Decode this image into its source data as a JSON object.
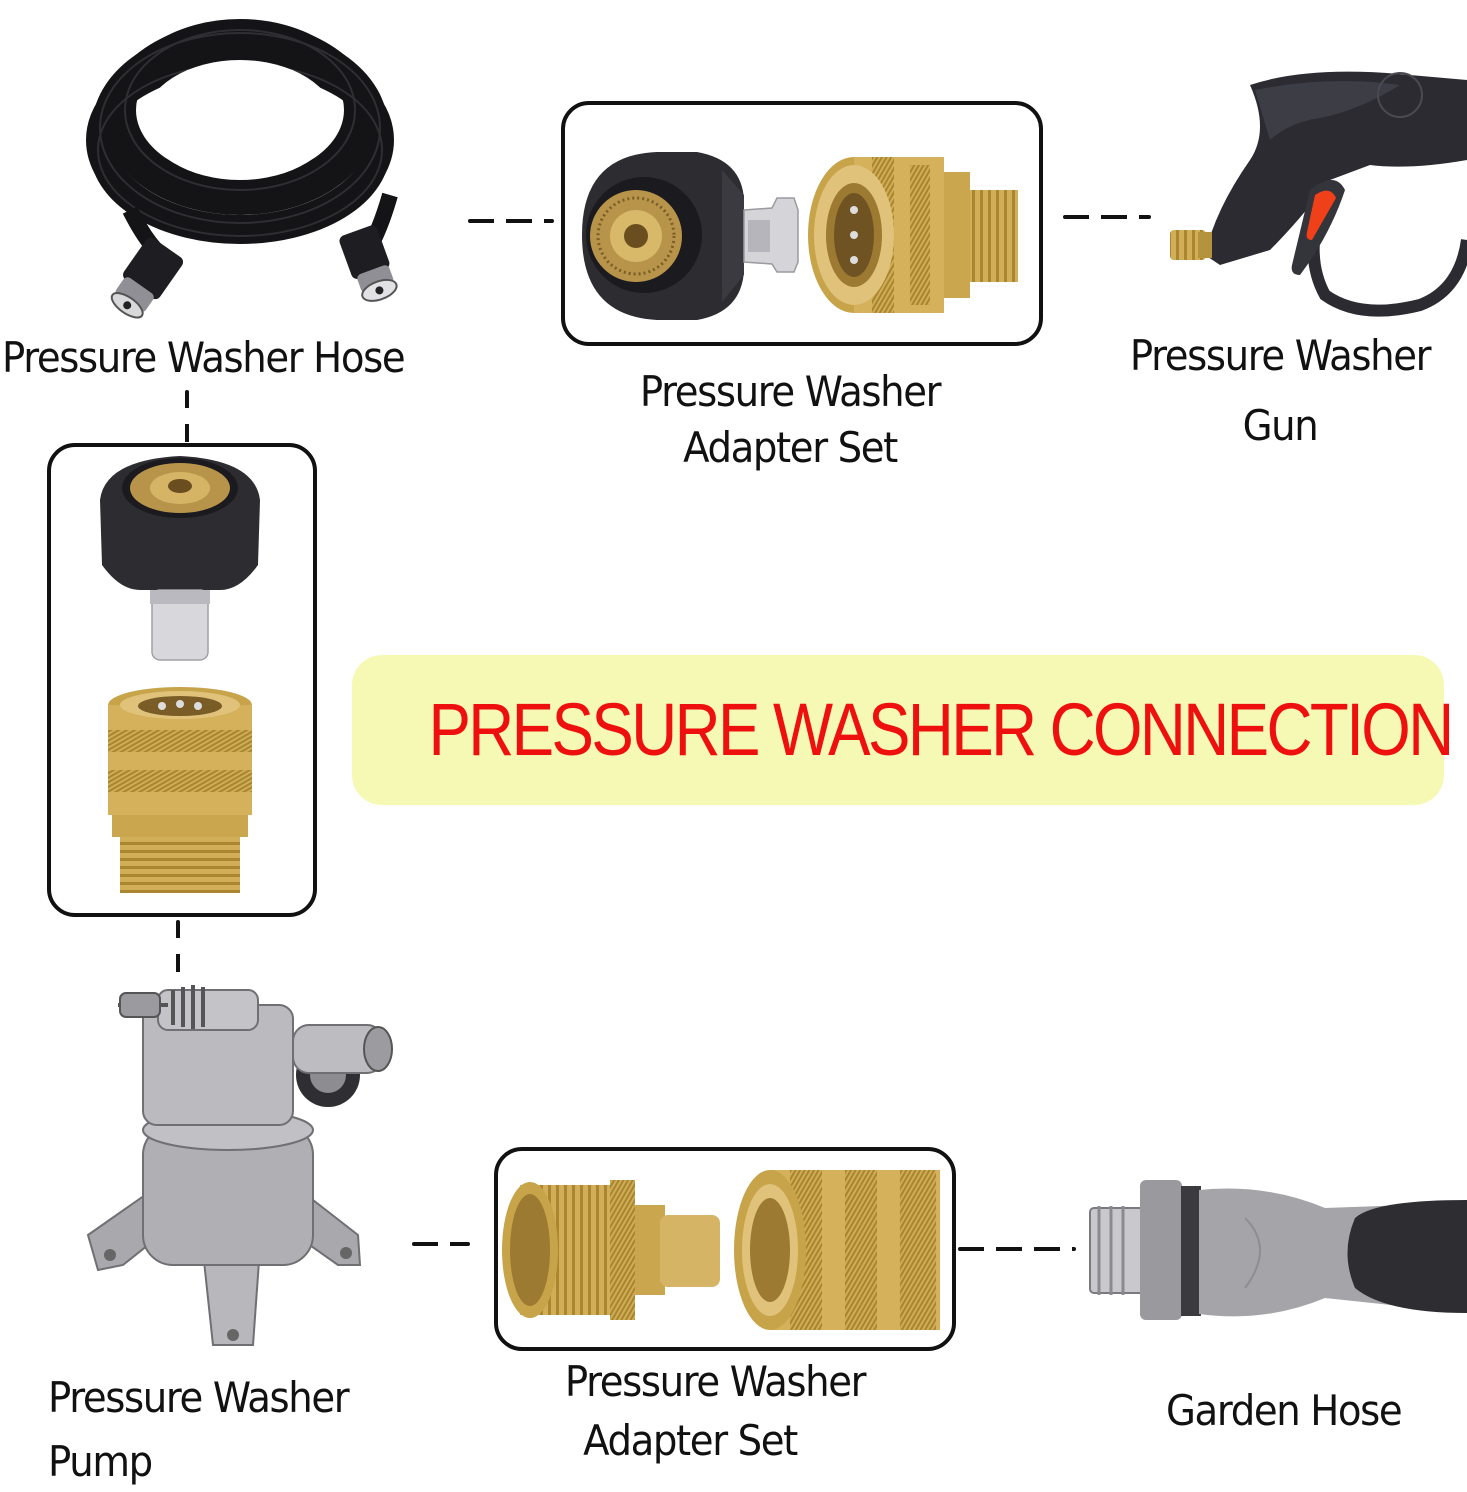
{
  "title": "PRESSURE WASHER CONNECTION MAP",
  "colors": {
    "title_text": "#ee0f0f",
    "banner_bg": "#f6f9b3",
    "brass": "#c9a547",
    "rubber_black": "#2a2a2e",
    "steel": "#c8c8cc",
    "outline": "#111111",
    "trigger_orange": "#f0401a"
  },
  "components": {
    "hose": {
      "label": "Pressure Washer Hose",
      "icon": "coiled-hose-icon"
    },
    "top_adapter": {
      "label_line1": "Pressure Washer",
      "label_line2": "Adapter Set",
      "icon": "adapter-set-icon"
    },
    "gun": {
      "label_line1": "Pressure Washer",
      "label_line2": "Gun",
      "icon": "spray-gun-icon"
    },
    "left_adapter": {
      "icon": "adapter-set-vertical-icon"
    },
    "pump": {
      "label_line1": "Pressure Washer",
      "label_line2": "Pump",
      "icon": "pump-icon"
    },
    "bottom_adapter": {
      "label_line1": "Pressure Washer",
      "label_line2": "Adapter Set",
      "icon": "garden-adapter-set-icon"
    },
    "garden_hose": {
      "label": "Garden Hose",
      "icon": "garden-hose-nozzle-icon"
    }
  },
  "connections": [
    {
      "from": "hose",
      "to": "top_adapter",
      "style": "dashed"
    },
    {
      "from": "top_adapter",
      "to": "gun",
      "style": "dashed"
    },
    {
      "from": "hose",
      "to": "left_adapter",
      "style": "dashed"
    },
    {
      "from": "left_adapter",
      "to": "pump",
      "style": "dashed"
    },
    {
      "from": "pump",
      "to": "bottom_adapter",
      "style": "dashed"
    },
    {
      "from": "bottom_adapter",
      "to": "garden_hose",
      "style": "dashed"
    }
  ]
}
